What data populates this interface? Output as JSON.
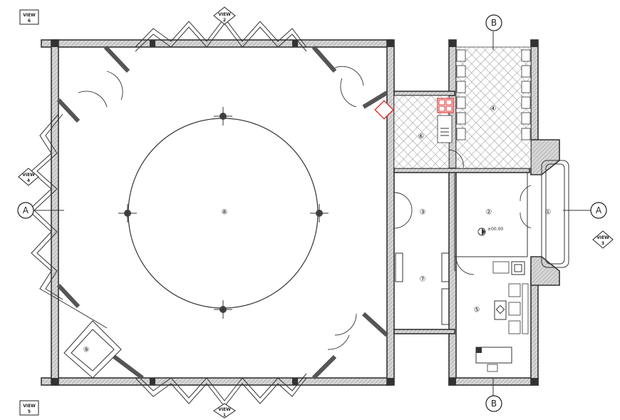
{
  "rooms": [
    {
      "num": "①"
    },
    {
      "num": "②"
    },
    {
      "num": "③"
    },
    {
      "num": "④"
    },
    {
      "num": "⑤"
    },
    {
      "num": "⑥"
    },
    {
      "num": "⑦"
    },
    {
      "num": "⑧"
    },
    {
      "num": "⑨"
    }
  ],
  "section_markers": {
    "a": "A",
    "b": "B"
  },
  "view_markers": [
    {
      "word": "VIEW",
      "num": "1"
    },
    {
      "word": "VIEW",
      "num": "2"
    },
    {
      "word": "VIEW",
      "num": "3"
    },
    {
      "word": "VIEW",
      "num": "4"
    },
    {
      "word": "VIEW",
      "num": "5"
    },
    {
      "word": "VIEW",
      "num": "6"
    }
  ],
  "level_mark": "±00.00",
  "colors": {
    "line": "#333333",
    "wall_fill": "#c9c9c9",
    "highlight": "#e03030"
  }
}
